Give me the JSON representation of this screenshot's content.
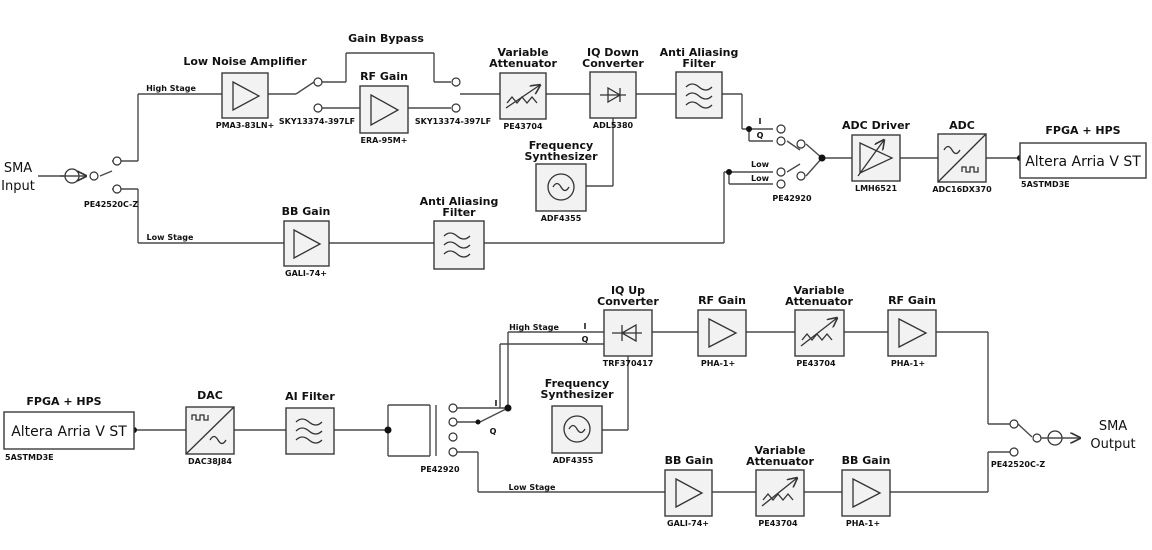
{
  "colors": {
    "block_fill": "#f2f2f2",
    "line": "#4a4a4a",
    "text": "#111111"
  },
  "rx": {
    "sma_input": [
      "SMA",
      "Input"
    ],
    "input_switch_part": "PE42520C-Z",
    "high_stage": "High Stage",
    "low_stage": "Low Stage",
    "gain_bypass": "Gain Bypass",
    "lna_title": "Low Noise Amplifier",
    "lna_part": "PMA3-83LN+",
    "sw1_part": "SKY13374-397LF",
    "rf_gain_title": "RF Gain",
    "rf_gain_part": "ERA-95M+",
    "sw2_part": "SKY13374-397LF",
    "var_att_title": [
      "Variable",
      "Attenuator"
    ],
    "var_att_part": "PE43704",
    "iq_down_title": [
      "IQ Down",
      "Converter"
    ],
    "iq_down_part": "ADL5380",
    "aa_title": [
      "Anti Aliasing",
      "Filter"
    ],
    "synth_title": [
      "Frequency",
      "Synthesizer"
    ],
    "synth_part": "ADF4355",
    "bb_gain_title": "BB Gain",
    "bb_gain_part": "GALI-74+",
    "aa2_title": [
      "Anti Aliasing",
      "Filter"
    ],
    "i_label": "I",
    "q_label": "Q",
    "low_a": "Low",
    "low_b": "Low",
    "mux_part": "PE42920",
    "adc_driver_title": "ADC Driver",
    "adc_driver_part": "LMH6521",
    "adc_title": "ADC",
    "adc_part": "ADC16DX370",
    "fpga_title": "FPGA + HPS",
    "fpga_label": "Altera Arria V ST",
    "fpga_part": "5ASTMD3E"
  },
  "tx": {
    "fpga_title": "FPGA + HPS",
    "fpga_label": "Altera Arria V ST",
    "fpga_part": "5ASTMD3E",
    "dac_title": "DAC",
    "dac_part": "DAC38J84",
    "ai_filter_title": "AI Filter",
    "switch_part": "PE42920",
    "i_label": "I",
    "q_label": "Q",
    "high_stage": "High Stage",
    "low_stage": "Low Stage",
    "iq_up_title": [
      "IQ Up",
      "Converter"
    ],
    "iq_up_part": "TRF370417",
    "synth_title": [
      "Frequency",
      "Synthesizer"
    ],
    "synth_part": "ADF4355",
    "rf_gain1_title": "RF Gain",
    "rf_gain1_part": "PHA-1+",
    "var_att_title": [
      "Variable",
      "Attenuator"
    ],
    "var_att_part": "PE43704",
    "rf_gain2_title": "RF Gain",
    "rf_gain2_part": "PHA-1+",
    "i_up": "I",
    "q_up": "Q",
    "bb_gain1_title": "BB Gain",
    "bb_gain1_part": "GALI-74+",
    "var_att2_title": [
      "Variable",
      "Attenuator"
    ],
    "var_att2_part": "PE43704",
    "bb_gain2_title": "BB Gain",
    "bb_gain2_part": "PHA-1+",
    "output_switch_part": "PE42520C-Z",
    "sma_output": [
      "SMA",
      "Output"
    ]
  }
}
